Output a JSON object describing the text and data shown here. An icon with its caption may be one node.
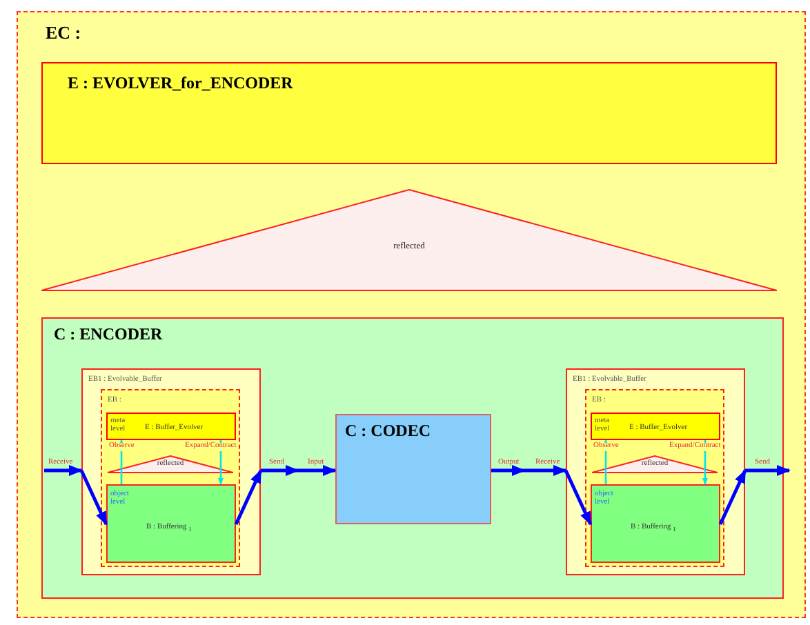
{
  "diagram": {
    "nodes": [
      {
        "text": [
          "EC :"
        ]
      },
      {
        "text": [
          "E : EVOLVER_for_ENCODER"
        ],
        "in": 0
      },
      {
        "text": [
          "reflected"
        ],
        "in": 0
      },
      {
        "text": [
          "C : ENCODER"
        ],
        "in": 0
      },
      {
        "text": [
          "EB1 : Evolvable_Buffer"
        ],
        "in": 3
      },
      {
        "text": [
          "EB :"
        ],
        "in": 4
      },
      {
        "text": [
          "meta level",
          "E : Buffer_Evolver"
        ],
        "in": 5
      },
      {
        "text": [
          "reflected"
        ],
        "in": 5
      },
      {
        "text": [
          "object level",
          "B : Buffering $_{1}$"
        ],
        "in": 5
      },
      {
        "text": [
          "C : CODEC"
        ],
        "in": 3
      },
      {
        "text": [
          "EB1 : Evolvable_Buffer"
        ],
        "in": 3
      },
      {
        "text": [
          "EB :"
        ],
        "in": 10
      },
      {
        "text": [
          "meta level",
          "E : Buffer_Evolver"
        ],
        "in": 11
      },
      {
        "text": [
          "reflected"
        ],
        "in": 11
      },
      {
        "text": [
          "object level",
          "B : Buffering $_{1}$"
        ],
        "in": 11
      }
    ],
    "edges": [
      {
        "from": null,
        "to": 4,
        "arrow": "to",
        "label": "Receive"
      },
      {
        "from": 4,
        "to": 8,
        "arrow": "to"
      },
      {
        "from": 8,
        "to": 4,
        "arrow": "to"
      },
      {
        "from": 8,
        "to": 6,
        "arrow": "to",
        "label": "Observe",
        "color": "#00e5ee"
      },
      {
        "from": 6,
        "to": 8,
        "arrow": "to",
        "label": "Expand/Contract",
        "color": "#00e5ee"
      },
      {
        "from": 4,
        "to": 9,
        "arrow": "to",
        "label": "Send"
      },
      {
        "from": 9,
        "to": 10,
        "arrow": "to",
        "label": "Output"
      },
      {
        "from": 10,
        "to": 14,
        "arrow": "to"
      },
      {
        "from": 14,
        "to": 10,
        "arrow": "to"
      },
      {
        "from": 14,
        "to": 12,
        "arrow": "to",
        "label": "Observe",
        "color": "#00e5ee"
      },
      {
        "from": 12,
        "to": 14,
        "arrow": "to",
        "label": "Expand/Contract",
        "color": "#00e5ee"
      },
      {
        "from": 10,
        "to": null,
        "arrow": "to",
        "label": "Send"
      }
    ],
    "labels": [
      "Input",
      "Receive"
    ]
  }
}
